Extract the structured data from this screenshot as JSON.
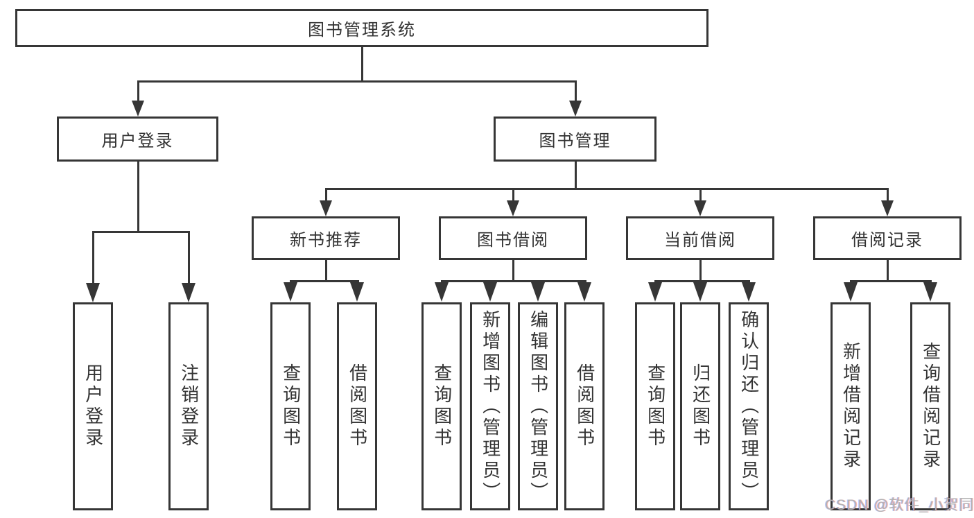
{
  "diagram_title": "图书管理系统",
  "tree": {
    "root": {
      "label": "图书管理系统"
    },
    "branches": [
      {
        "label": "用户登录",
        "children": [
          {
            "label": "用户登录"
          },
          {
            "label": "注销登录"
          }
        ]
      },
      {
        "label": "图书管理",
        "children": [
          {
            "label": "新书推荐",
            "children": [
              {
                "label": "查询图书"
              },
              {
                "label": "借阅图书"
              }
            ]
          },
          {
            "label": "图书借阅",
            "children": [
              {
                "label": "查询图书"
              },
              {
                "label": "新增图书（管理员）"
              },
              {
                "label": "编辑图书（管理员）"
              },
              {
                "label": "借阅图书"
              }
            ]
          },
          {
            "label": "当前借阅",
            "children": [
              {
                "label": "查询图书"
              },
              {
                "label": "归还图书"
              },
              {
                "label": "确认归还（管理员）"
              }
            ]
          },
          {
            "label": "借阅记录",
            "children": [
              {
                "label": "新增借阅记录"
              },
              {
                "label": "查询借阅记录"
              }
            ]
          }
        ]
      }
    ]
  },
  "watermark": {
    "text": "CSDN @软件_小贺同学"
  },
  "colors": {
    "line": "#363636",
    "text": "#333333",
    "watermark": "#b3b3b3",
    "background": "#ffffff"
  }
}
